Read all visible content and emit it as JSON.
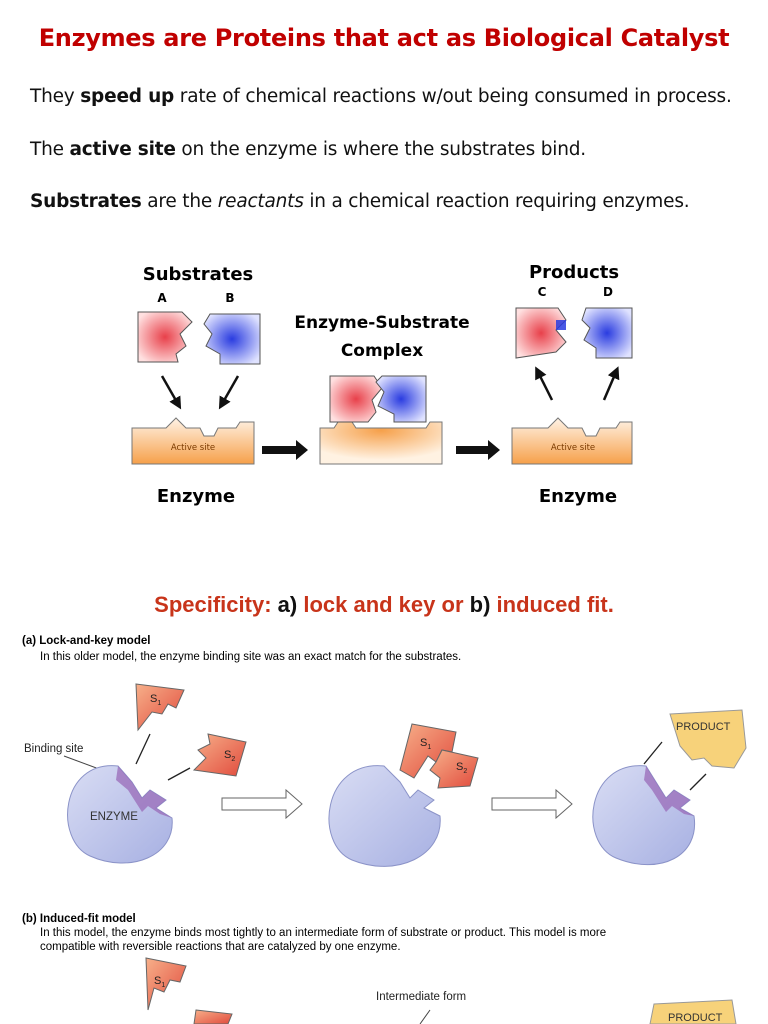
{
  "title": "Enzymes are Proteins that act as Biological Catalyst",
  "paragraphs": [
    {
      "parts": [
        {
          "t": "They "
        },
        {
          "t": "speed up",
          "b": true
        },
        {
          "t": " rate of chemical reactions w/out being consumed in process."
        }
      ]
    },
    {
      "parts": [
        {
          "t": "The "
        },
        {
          "t": "active site",
          "b": true
        },
        {
          "t": " on the enzyme is where the substrates bind."
        }
      ]
    },
    {
      "parts": [
        {
          "t": "Substrates",
          "b": true
        },
        {
          "t": " are the "
        },
        {
          "t": "reactants",
          "i": true
        },
        {
          "t": " in a chemical reaction requiring enzymes."
        }
      ]
    }
  ],
  "figure1": {
    "substrates_label": "Substrates",
    "substrate_a": "A",
    "substrate_b": "B",
    "complex_label_line1": "Enzyme-Substrate",
    "complex_label_line2": "Complex",
    "products_label": "Products",
    "product_c": "C",
    "product_d": "D",
    "active_site_label": "Active site",
    "enzyme_label": "Enzyme"
  },
  "specificity": {
    "prefix": "Specificity:",
    "a": " a) ",
    "lock": "lock and key or",
    "b": " b) ",
    "induced": "induced fit."
  },
  "figure2": {
    "lock_heading": "(a) Lock-and-key model",
    "lock_text": "In this older model, the enzyme binding site was an exact match for the substrates.",
    "binding_site": "Binding site",
    "enzyme": "ENZYME",
    "s1": "S",
    "s1_sub": "1",
    "s2": "S",
    "s2_sub": "2",
    "product": "PRODUCT",
    "induced_heading": "(b) Induced-fit model",
    "induced_text_1": "In this model, the enzyme binds most tightly to an intermediate form of substrate or product. This model is more",
    "induced_text_2": "compatible with reversible reactions that are catalyzed by one enzyme.",
    "intermediate_form": "Intermediate form"
  },
  "colors": {
    "title_red": "#c00000",
    "spec_red": "#c8341a",
    "substrate_red": "#e8404a",
    "substrate_blue": "#2a3ce0",
    "enzyme_orange": "#f6a04a",
    "enzyme_blue": "#b8c0e8",
    "binding_purple": "#9a6bb8",
    "substrate_salmon": "#e9604c",
    "product_yellow": "#f7d27a"
  }
}
